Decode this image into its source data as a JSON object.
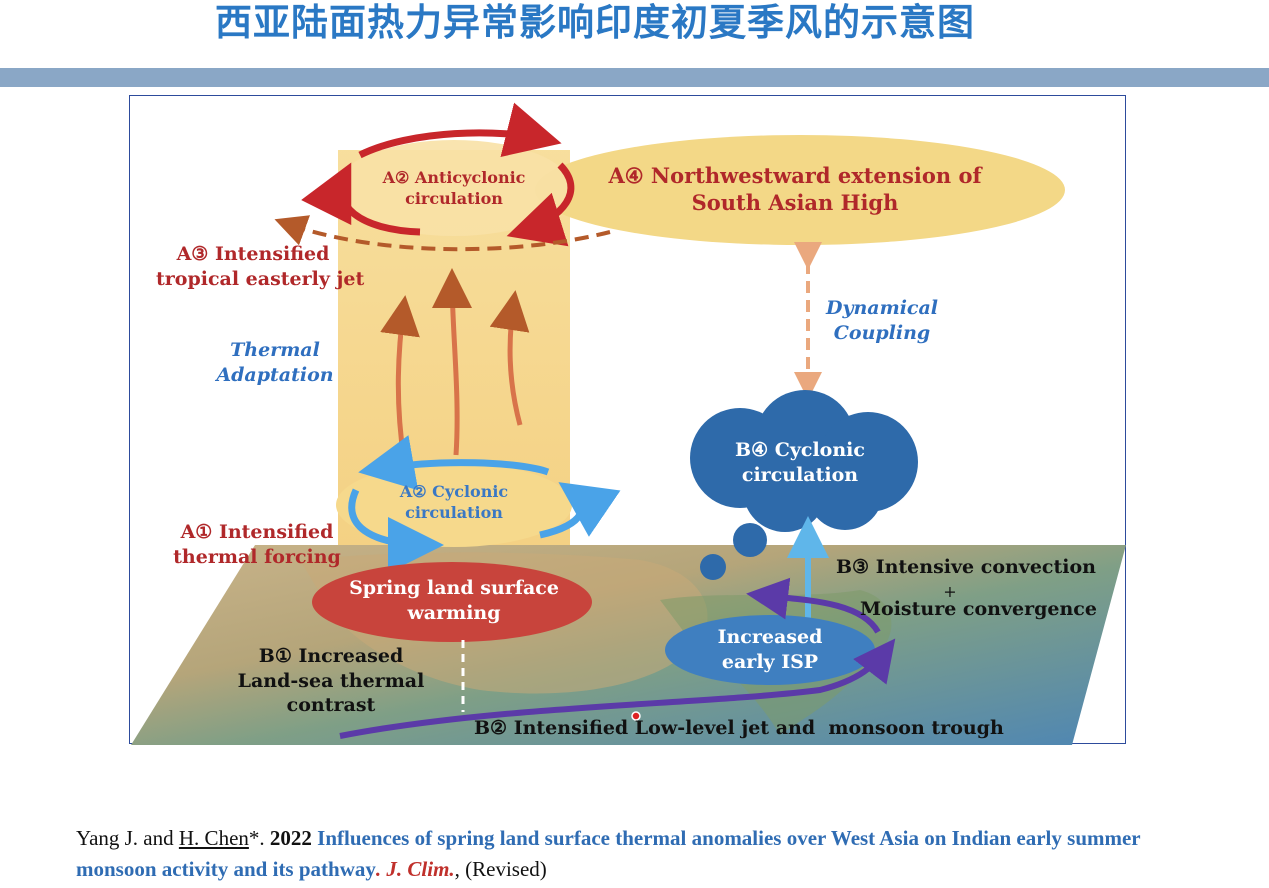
{
  "title": "西亚陆面热力异常影响印度初夏季风的示意图",
  "labels": {
    "a2_anticyclonic": [
      "A② Anticyclonic",
      "circulation"
    ],
    "a4_sah": [
      "A④ Northwestward extension of",
      "South Asian High"
    ],
    "a3_jet": [
      "A③ Intensified",
      "tropical easterly jet"
    ],
    "thermal_adaptation": [
      "Thermal",
      "Adaptation"
    ],
    "dynamical_coupling": [
      "Dynamical",
      "Coupling"
    ],
    "a2_cyclonic": [
      "A② Cyclonic",
      "circulation"
    ],
    "a1_forcing": [
      "A① Intensified",
      "thermal forcing"
    ],
    "b4_cyclonic": [
      "B④ Cyclonic",
      "circulation"
    ],
    "spring_warming": [
      "Spring land surface",
      "warming"
    ],
    "b3_convection": "B③ Intensive convection",
    "plus": "+",
    "moisture": "Moisture convergence",
    "isp": [
      "Increased",
      "early ISP"
    ],
    "b1_contrast": [
      "B① Increased",
      "Land-sea thermal",
      "contrast"
    ],
    "b2_jet": "B② Intensified Low-level jet and  monsoon trough"
  },
  "reference": {
    "authors": "Yang J. and ",
    "author2": "H. Chen",
    "star": "*. ",
    "year": "2022",
    "paper_title": "Influences of spring land surface thermal anomalies over West Asia on Indian early summer monsoon activity and its pathway",
    "dot": ". ",
    "journal": "J. Clim.",
    "status": ", (Revised)"
  },
  "colors": {
    "title": "#2a78c4",
    "header_bar": "#8aa7c6",
    "frame": "#2d4b9c",
    "label_red": "#b0282a",
    "label_blue_italic": "#2f6fbf",
    "anticyclone_arrow": "#c8262b",
    "cyclone_arrow": "#4aa3e8",
    "sah_ellipse": "#f3d887",
    "cloud": "#2e6aaa",
    "warming_ellipse": "#c8443c",
    "isp_ellipse": "#3f7fc0",
    "low_level_jet": "#5b3aa8"
  }
}
